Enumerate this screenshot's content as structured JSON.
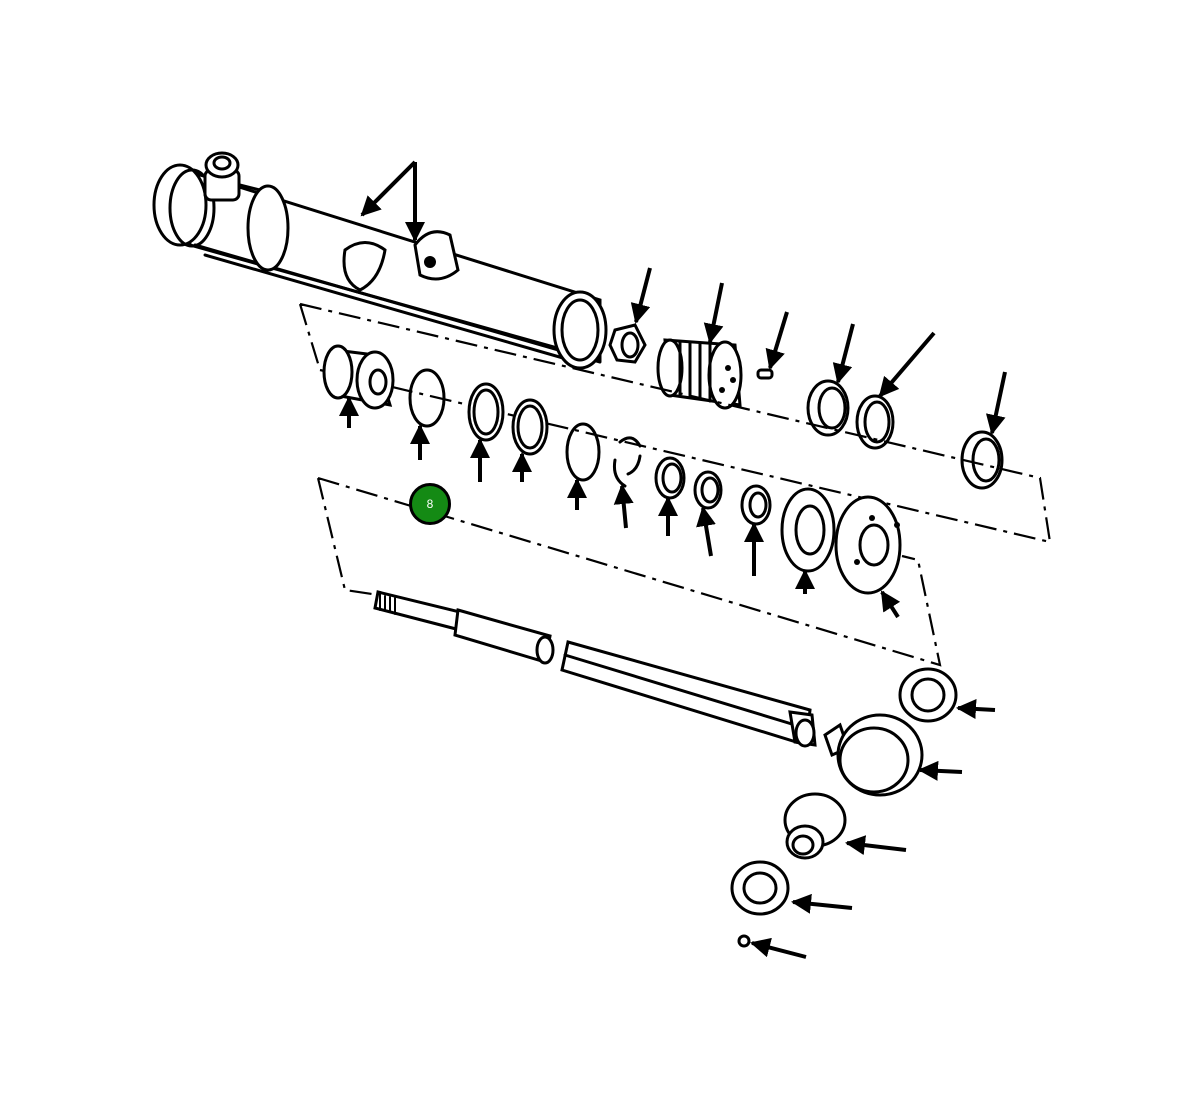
{
  "diagram": {
    "type": "exploded-view parts illustration",
    "subject": "hydraulic cylinder assembly",
    "background_color": "#ffffff",
    "line_color": "#000000"
  },
  "callouts": [
    {
      "label": "8",
      "color": "#148a14",
      "text_color": "#ffffff"
    }
  ],
  "parts": [
    "cylinder-barrel",
    "head-gland",
    "o-ring",
    "backup-ring",
    "seal-ring",
    "o-ring-2",
    "retaining-ring",
    "wiper",
    "seal",
    "packing",
    "washer",
    "end-cap",
    "lock-nut",
    "piston",
    "set-screw",
    "wear-ring",
    "piston-seal",
    "wear-ring-2",
    "piston-rod",
    "rod-eye-bushing",
    "rod-clevis",
    "clevis-bushing",
    "clevis-cap",
    "cotter-pin"
  ]
}
